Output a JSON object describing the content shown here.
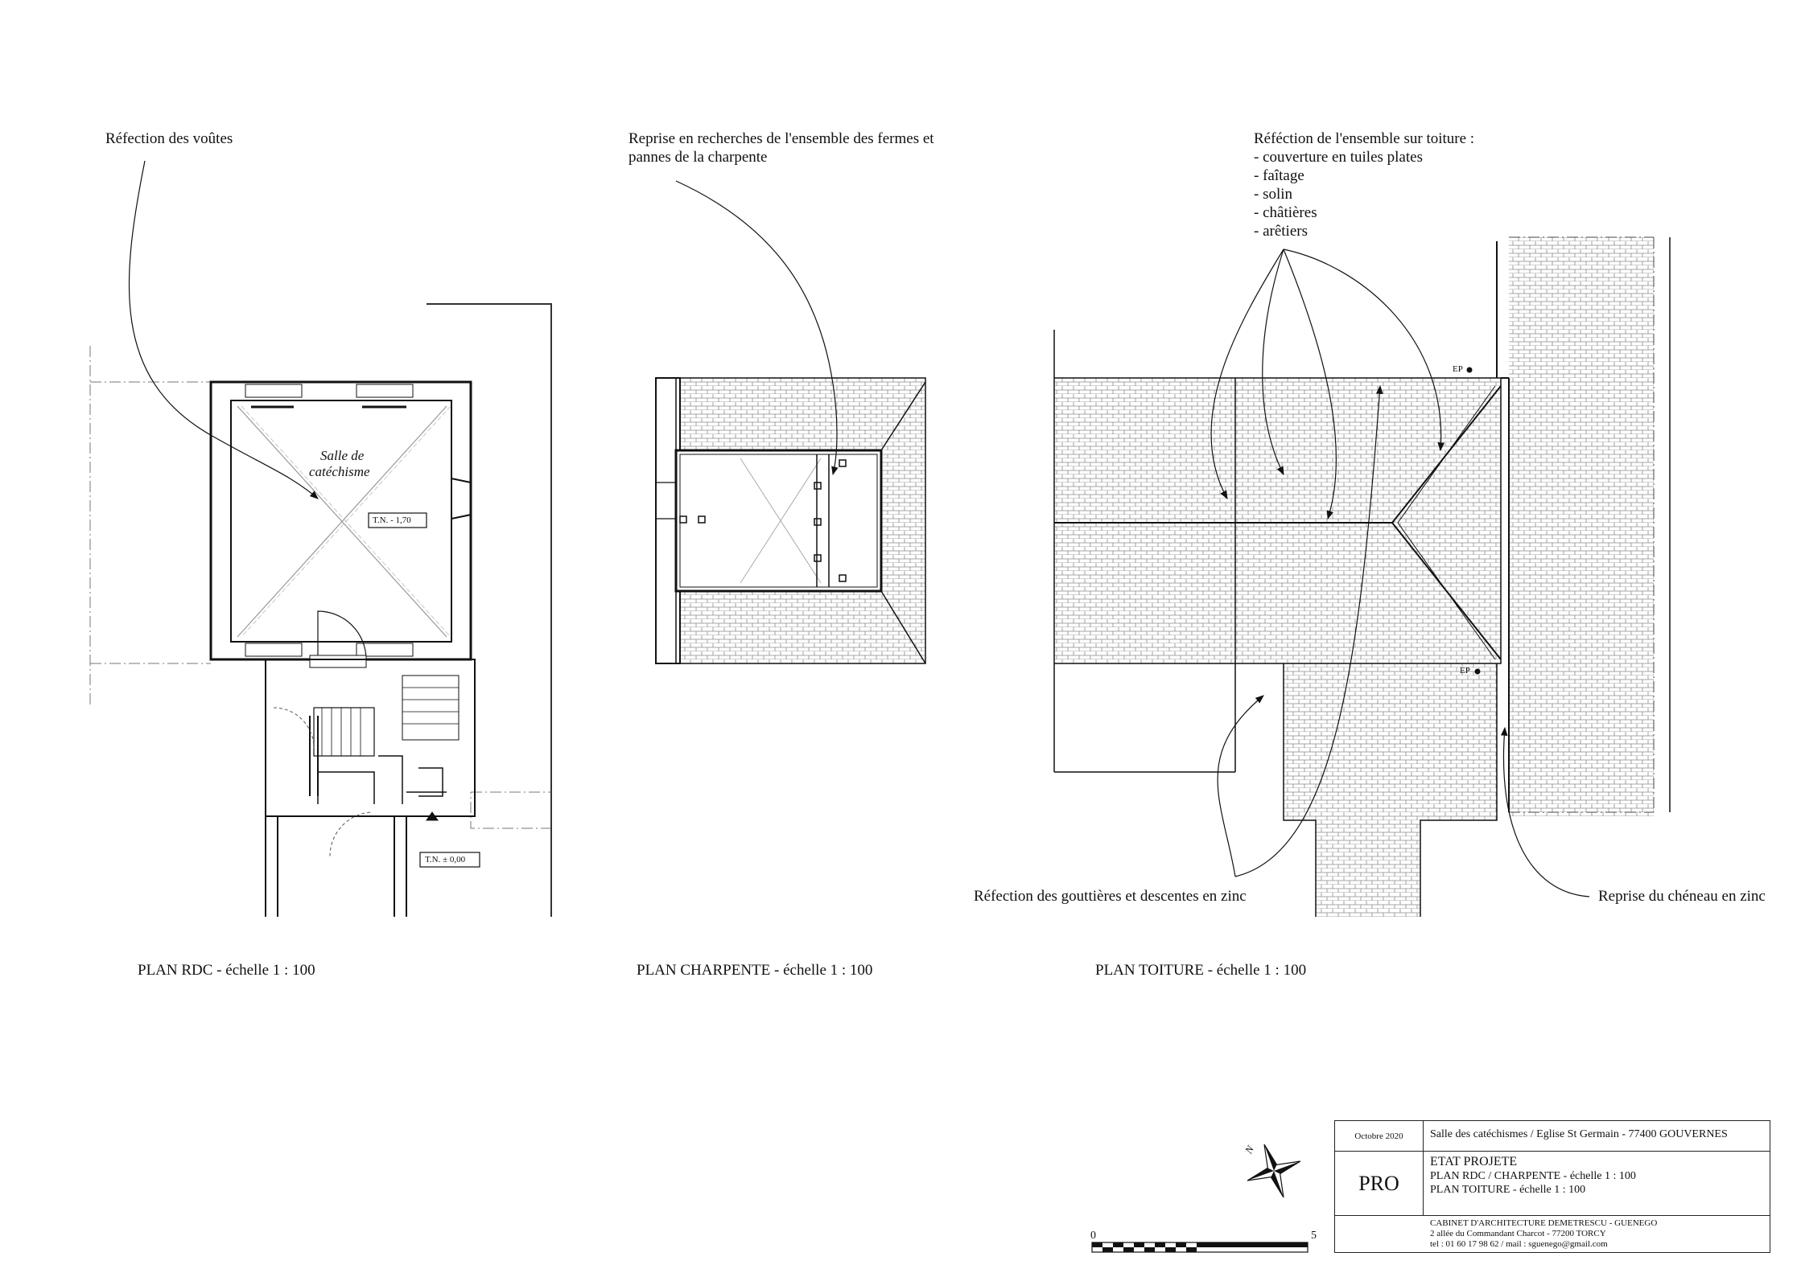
{
  "annotations": {
    "voutes": "Réfection des voûtes",
    "charpente_1": "Reprise en recherches de l'ensemble des fermes et",
    "charpente_2": "pannes de la charpente",
    "toiture_title": "Réféction de l'ensemble sur toiture :",
    "toiture_items": [
      "- couverture en tuiles plates",
      "- faîtage",
      "- solin",
      "- châtières",
      "- arêtiers"
    ],
    "gouttieres": "Réfection des gouttières et descentes en zinc",
    "cheneau": "Reprise du chéneau en zinc"
  },
  "plan_rdc": {
    "room_label_1": "Salle de",
    "room_label_2": "catéchisme",
    "level_inside": "T.N. - 1,70",
    "level_outside": "T.N. ± 0,00"
  },
  "plan_toiture": {
    "ep_label": "EP"
  },
  "titles": {
    "rdc": "PLAN RDC - échelle 1 : 100",
    "charpente": "PLAN CHARPENTE - échelle 1 : 100",
    "toiture": "PLAN TOITURE - échelle 1 : 100"
  },
  "scale_bar": {
    "start": "0",
    "end": "5"
  },
  "north_arrow": {
    "label": "N"
  },
  "cartouche": {
    "date": "Octobre 2020",
    "project": "Salle des catéchismes / Eglise St Germain - 77400 GOUVERNES",
    "phase": "PRO",
    "state": "ETAT PROJETE",
    "line1": "PLAN RDC / CHARPENTE - échelle 1 : 100",
    "line2": "PLAN TOITURE - échelle 1 : 100",
    "office": "CABINET D'ARCHITECTURE DEMETRESCU - GUENEGO",
    "address": "2 allée du Commandant Charcot - 77200 TORCY",
    "contact": "tel : 01 60 17 98 62 / mail : sguenego@gmail.com"
  }
}
